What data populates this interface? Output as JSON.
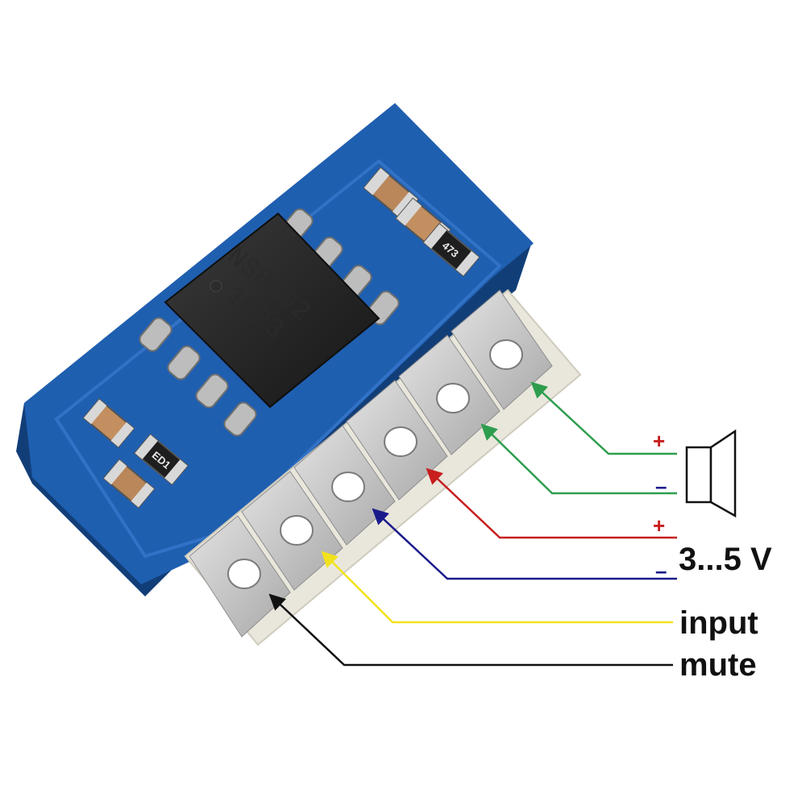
{
  "board": {
    "chip_line1": "NS8002",
    "chip_line2": "1523",
    "resistor_top": "473",
    "resistor_bottom": "ED1"
  },
  "colors": {
    "pcb": "#1f5fb0",
    "pcb_dark": "#164a8c",
    "pad": "#c9c9c9",
    "green": "#2e9e4e",
    "red": "#c81e1e",
    "blue": "#1a1a8c",
    "yellow": "#f2e21c",
    "black": "#111111"
  },
  "speaker": {
    "plus": "+",
    "minus": "–"
  },
  "power": {
    "plus": "+",
    "minus": "–",
    "label": "3...5 V"
  },
  "labels": {
    "input": "input",
    "mute": "mute"
  }
}
